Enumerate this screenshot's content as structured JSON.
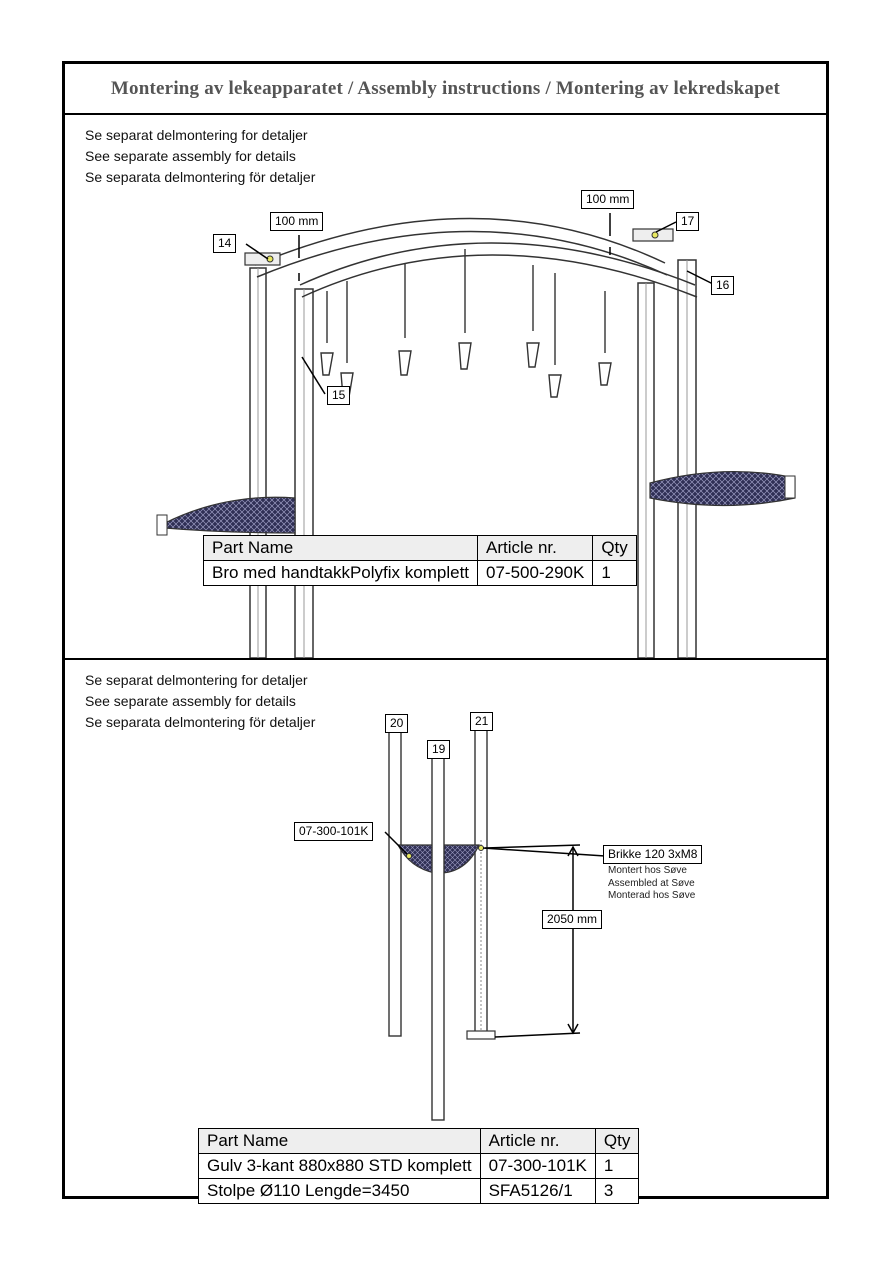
{
  "header": {
    "title": "Montering av lekeapparatet / Assembly instructions / Montering av lekredskapet"
  },
  "panel1": {
    "notes": [
      "Se separat delmontering for detaljer",
      "See separate assembly for details",
      "Se separata delmontering för detaljer"
    ],
    "callouts": {
      "c14": "14",
      "c15": "15",
      "c16": "16",
      "c17": "17"
    },
    "dimensions": {
      "left": "100 mm",
      "right": "100 mm"
    },
    "table": {
      "headers": [
        "Part Name",
        "Article nr.",
        "Qty"
      ],
      "rows": [
        [
          "Bro med handtakkPolyfix komplett",
          "07-500-290K",
          "1"
        ]
      ]
    }
  },
  "panel2": {
    "notes": [
      "Se separat delmontering for detaljer",
      "See separate assembly for details",
      "Se separata delmontering för detaljer"
    ],
    "callouts": {
      "c19": "19",
      "c20": "20",
      "c21": "21",
      "floor": "07-300-101K",
      "washer": "Brikke 120 3xM8"
    },
    "washer_note": [
      "Montert hos Søve",
      "Assembled at Søve",
      "Monterad hos Søve"
    ],
    "dimension": "2050 mm",
    "table": {
      "headers": [
        "Part Name",
        "Article nr.",
        "Qty"
      ],
      "rows": [
        [
          "Gulv 3-kant 880x880 STD komplett",
          "07-300-101K",
          "1"
        ],
        [
          "Stolpe Ø110 Lengde=3450",
          "SFA5126/1",
          "3"
        ]
      ]
    }
  }
}
